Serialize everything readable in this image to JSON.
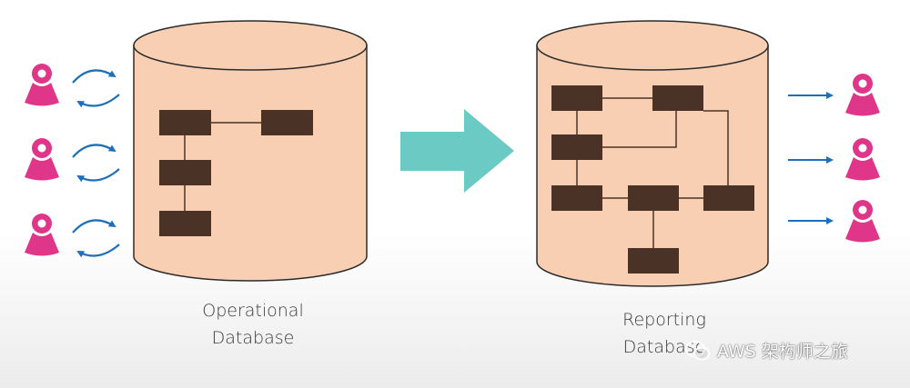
{
  "diagram": {
    "left_db_label_line1": "Operational",
    "left_db_label_line2": "Database",
    "right_db_label_line1": "Reporting",
    "right_db_label_line2": "Database",
    "watermark_text": "AWS 架构师之旅",
    "icons": {
      "user": "user-icon",
      "sync_arrows": "circular-arrows-icon",
      "transfer_arrow": "big-right-arrow-icon",
      "output_arrow": "right-arrow-icon",
      "watermark": "wechat-icon"
    },
    "colors": {
      "cylinder_fill": "#f8cfb3",
      "cylinder_stroke": "#2b2b2b",
      "table_box": "#4a3326",
      "user_pink": "#e0368a",
      "curved_arrow_blue": "#1f6fb8",
      "transfer_arrow_teal": "#6ccac4"
    }
  }
}
